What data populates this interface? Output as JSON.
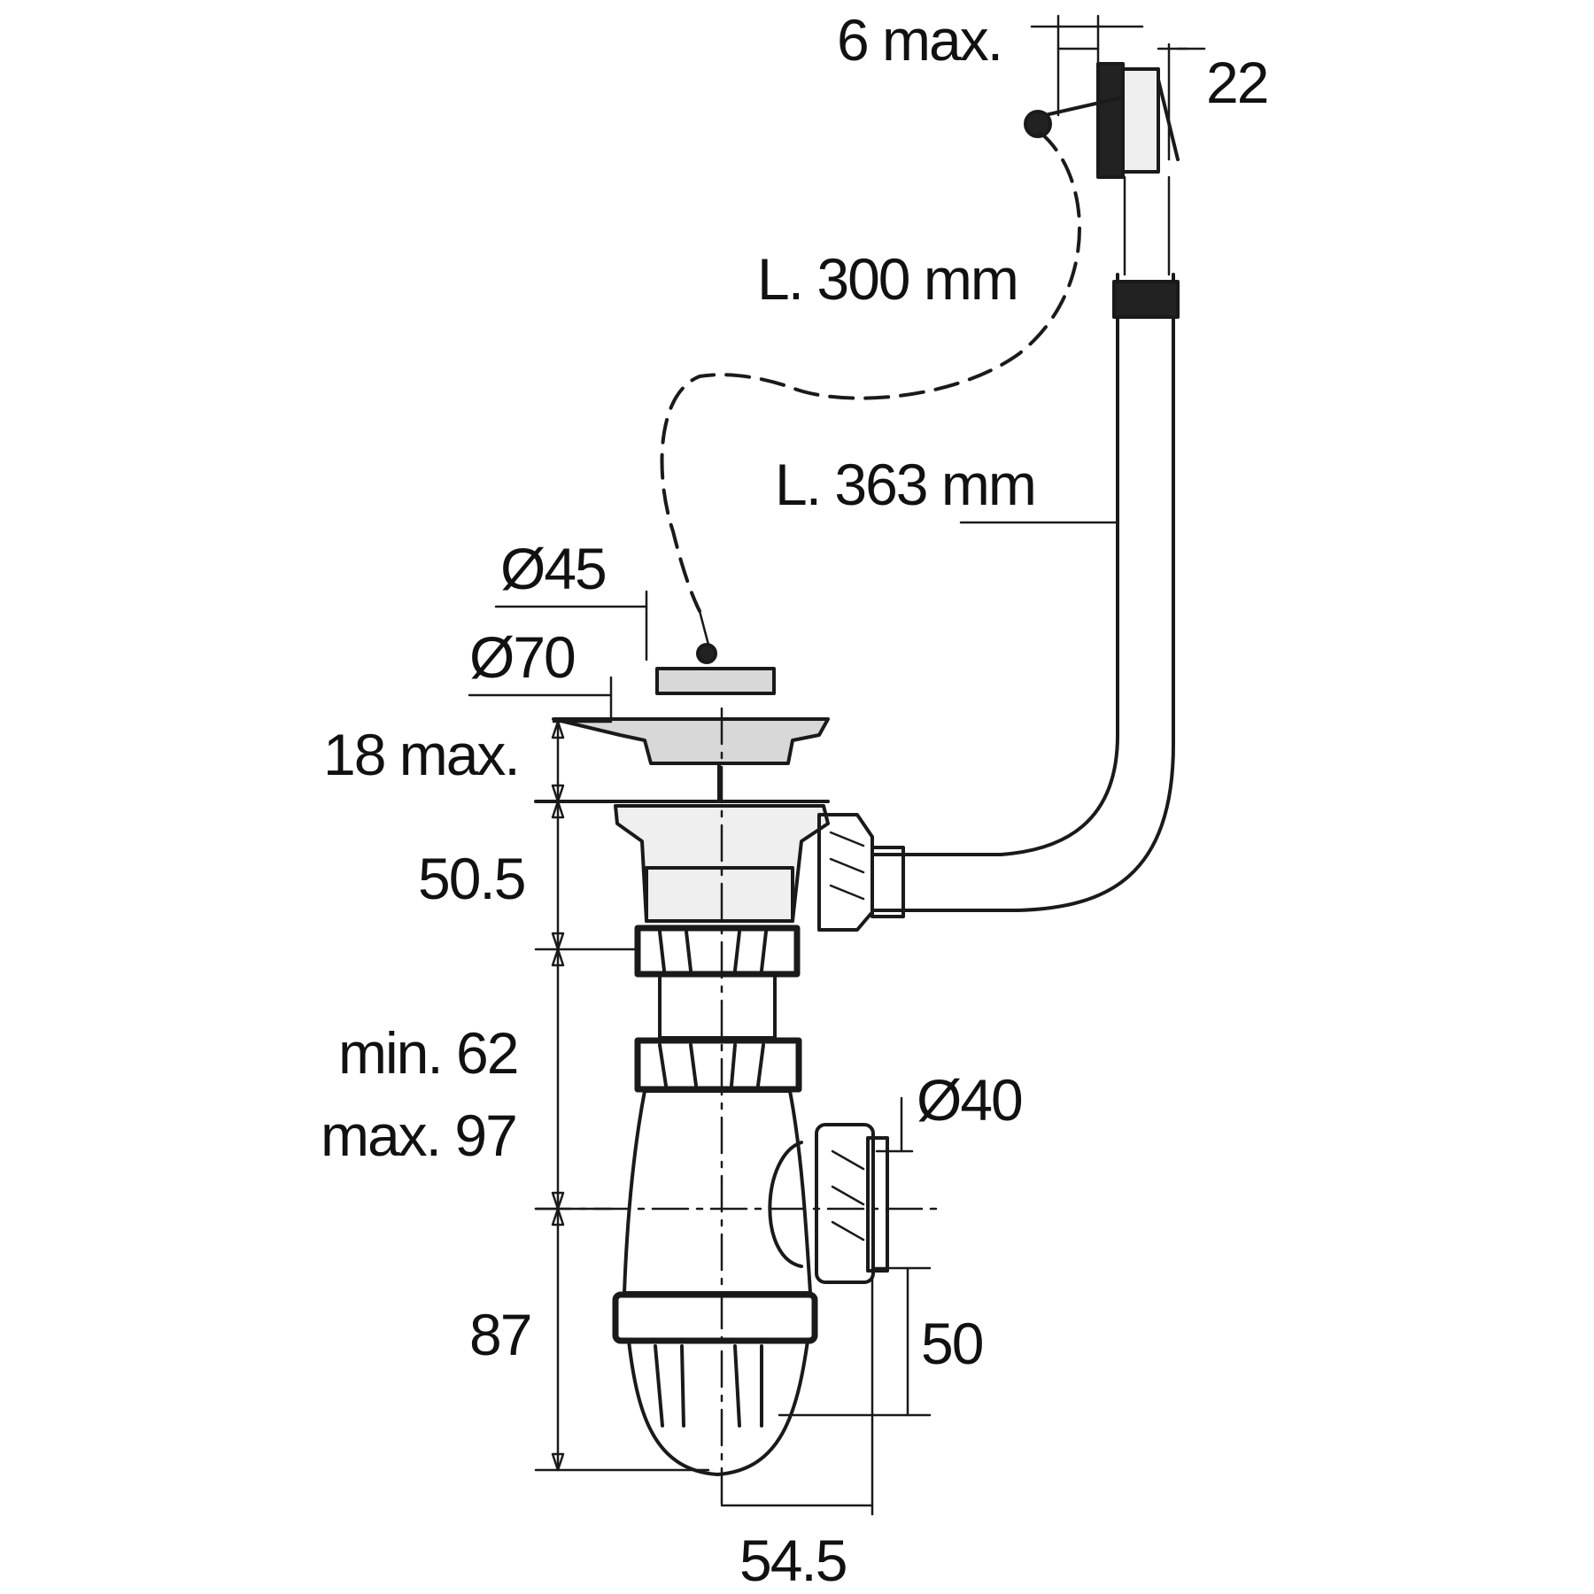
{
  "labels": {
    "overflow_gap": "6 max.",
    "overflow_thickness": "22",
    "chain_length": "L. 300 mm",
    "overflow_hose_length": "L. 363 mm",
    "plug_diameter": "Ø45",
    "grate_diameter": "Ø70",
    "sink_thickness": "18 max.",
    "body_height": "50.5",
    "tailpiece_min": "min. 62",
    "tailpiece_max": "max. 97",
    "outlet_diameter": "Ø40",
    "trap_depth": "87",
    "outlet_offset": "50",
    "outlet_horizontal": "54.5"
  },
  "colors": {
    "ink": "#1a1a1a",
    "fill_grey": "#d8d8d8",
    "background": "#ffffff"
  }
}
